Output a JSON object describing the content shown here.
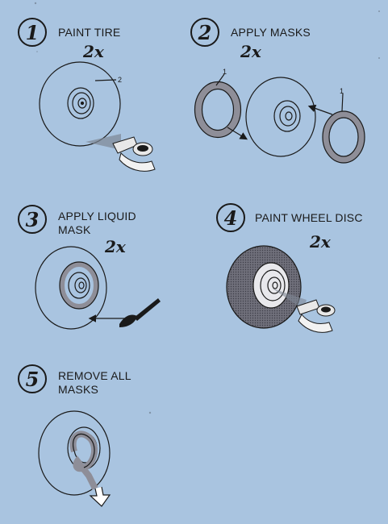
{
  "steps": [
    {
      "number": "1",
      "title": "PAINT TIRE",
      "multiplier": "2x",
      "callouts": [
        "2"
      ]
    },
    {
      "number": "2",
      "title": "APPLY MASKS",
      "multiplier": "2x",
      "callouts": [
        "1",
        "1"
      ]
    },
    {
      "number": "3",
      "title": "APPLY LIQUID MASK",
      "multiplier": "2x",
      "callouts": []
    },
    {
      "number": "4",
      "title": "PAINT WHEEL DISC",
      "multiplier": "2x",
      "callouts": []
    },
    {
      "number": "5",
      "title": "REMOVE ALL MASKS",
      "multiplier": "",
      "callouts": []
    }
  ]
}
